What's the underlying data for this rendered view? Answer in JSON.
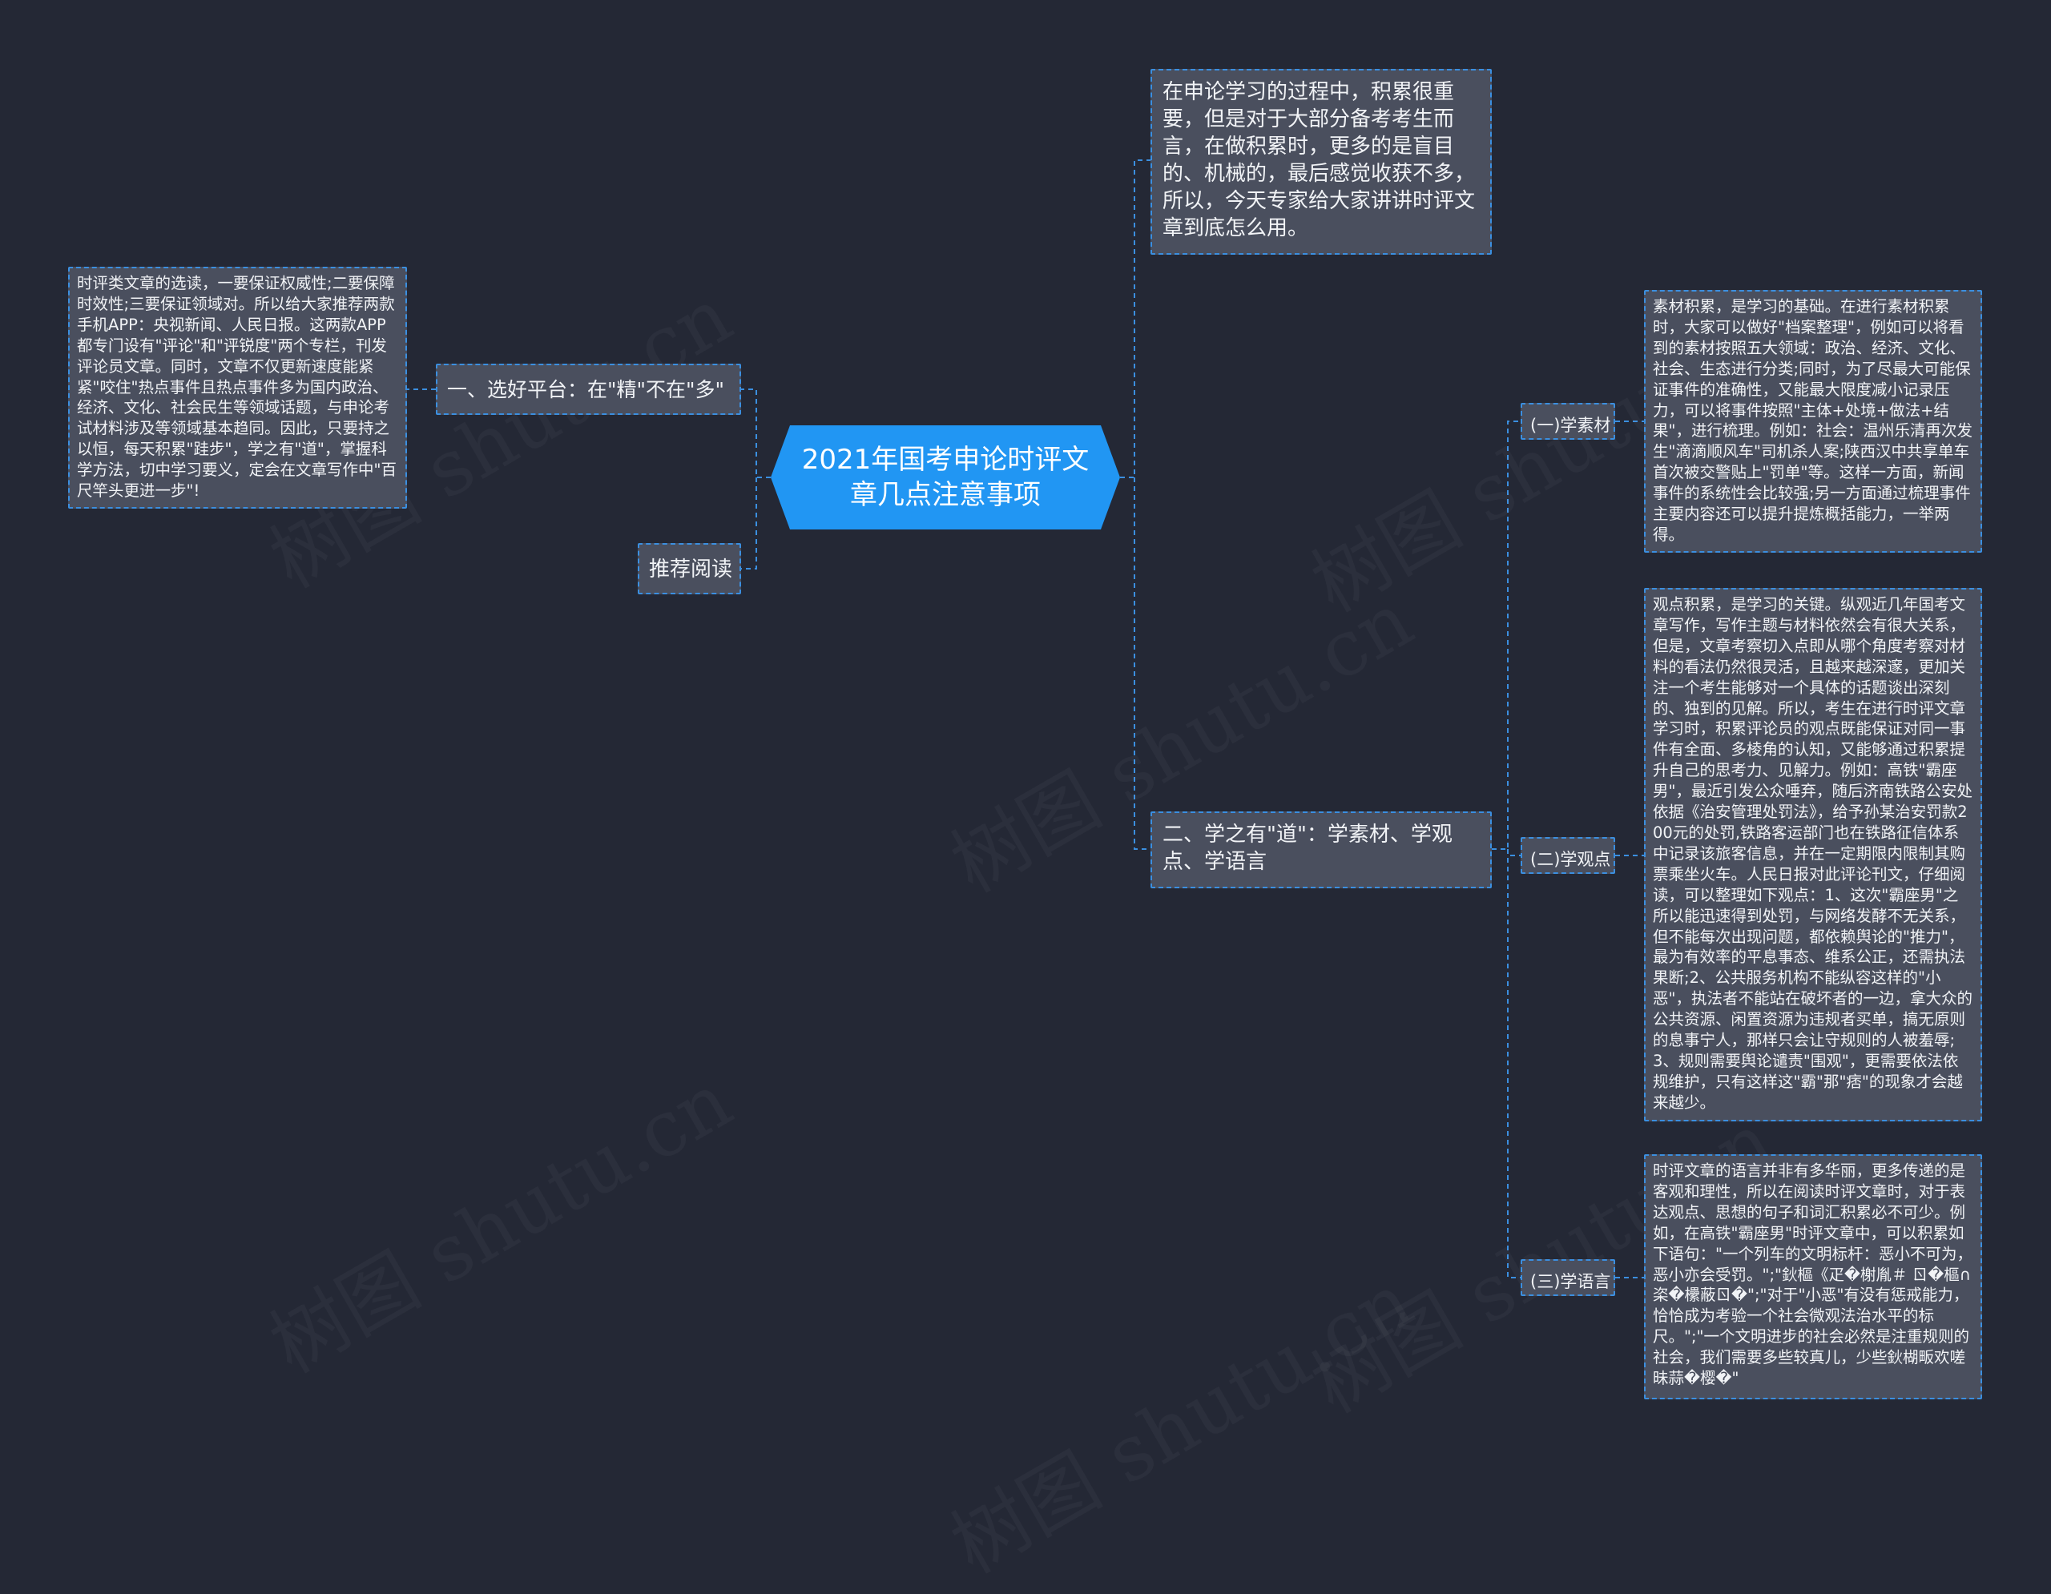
{
  "root": {
    "title": "2021年国考申论时评文章几点注意事项"
  },
  "left": {
    "platform": {
      "label": "一、选好平台：在\"精\"不在\"多\"",
      "detail": "时评类文章的选读，一要保证权威性;二要保障时效性;三要保证领域对。所以给大家推荐两款手机APP：央视新闻、人民日报。这两款APP都专门设有\"评论\"和\"评锐度\"两个专栏，刊发评论员文章。同时，文章不仅更新速度能紧紧\"咬住\"热点事件且热点事件多为国内政治、经济、文化、社会民生等领域话题，与申论考试材料涉及等领域基本趋同。因此，只要持之以恒，每天积累\"跬步\"，学之有\"道\"，掌握科学方法，切中学习要义，定会在文章写作中\"百尺竿头更进一步\"!"
    },
    "recommend": {
      "label": "推荐阅读"
    }
  },
  "right": {
    "intro": {
      "text": "在申论学习的过程中，积累很重要，但是对于大部分备考考生而言，在做积累时，更多的是盲目的、机械的，最后感觉收获不多，所以，今天专家给大家讲讲时评文章到底怎么用。"
    },
    "section2": {
      "label": "二、学之有\"道\"：学素材、学观点、学语言",
      "children": [
        {
          "label": "(一)学素材",
          "detail": "素材积累，是学习的基础。在进行素材积累时，大家可以做好\"档案整理\"，例如可以将看到的素材按照五大领域：政治、经济、文化、社会、生态进行分类;同时，为了尽最大可能保证事件的准确性，又能最大限度减小记录压力，可以将事件按照\"主体+处境+做法+结果\"，进行梳理。例如：社会：温州乐清再次发生\"滴滴顺风车\"司机杀人案;陕西汉中共享单车首次被交警贴上\"罚单\"等。这样一方面，新闻事件的系统性会比较强;另一方面通过梳理事件主要内容还可以提升提炼概括能力，一举两得。"
        },
        {
          "label": "(二)学观点",
          "detail": "观点积累，是学习的关键。纵观近几年国考文章写作，写作主题与材料依然会有很大关系，但是，文章考察切入点即从哪个角度考察对材料的看法仍然很灵活，且越来越深邃，更加关注一个考生能够对一个具体的话题谈出深刻的、独到的见解。所以，考生在进行时评文章学习时，积累评论员的观点既能保证对同一事件有全面、多棱角的认知，又能够通过积累提升自己的思考力、见解力。例如：高铁\"霸座男\"，最近引发公众唾弃，随后济南铁路公安处依据《治安管理处罚法》，给予孙某治安罚款200元的处罚,铁路客运部门也在铁路征信体系中记录该旅客信息，并在一定期限内限制其购票乘坐火车。人民日报对此评论刊文，仔细阅读，可以整理如下观点：1、这次\"霸座男\"之所以能迅速得到处罚，与网络发酵不无关系，但不能每次出现问题，都依赖舆论的\"推力\"，最为有效率的平息事态、维系公正，还需执法果断;2、公共服务机构不能纵容这样的\"小恶\"，执法者不能站在破坏者的一边，拿大众的公共资源、闲置资源为违规者买单，搞无原则的息事宁人，那样只会让守规则的人被羞辱;3、规则需要舆论谴责\"围观\"，更需要依法依规维护，只有这样这\"霸\"那\"痞\"的现象才会越来越少。"
        },
        {
          "label": "(三)学语言",
          "detail": "时评文章的语言并非有多华丽，更多传递的是客观和理性，所以在阅读时评文章时，对于表达观点、思想的句子和词汇积累必不可少。例如，在高铁\"霸座男\"时评文章中，可以积累如下语句：\"一个列车的文明标杆：恶小不可为，恶小亦会受罚。\";\"鈥樞《疋�榭胤＃ ㄖ�樞∩栥�欙蔽ㄖ�\";\"对于\"小恶\"有没有惩戒能力，恰恰成为考验一个社会微观法治水平的标尺。\";\"一个文明进步的社会必然是注重规则的社会，我们需要多些较真儿，少些鈥楜畈欢嗟昧蒜�樱�\""
        }
      ]
    }
  },
  "watermarks": [
    "树图 shutu.cn",
    "树图 shutu.cn",
    "树图 shutu.cn",
    "树图 shutu.cn",
    "树图 shutu.cn",
    "树图 shutu.cn"
  ],
  "colors": {
    "background": "#242835",
    "root": "#2196f3",
    "node": "#4a4f5e",
    "connector": "#3b8fe0",
    "text": "#f1f3f6"
  }
}
